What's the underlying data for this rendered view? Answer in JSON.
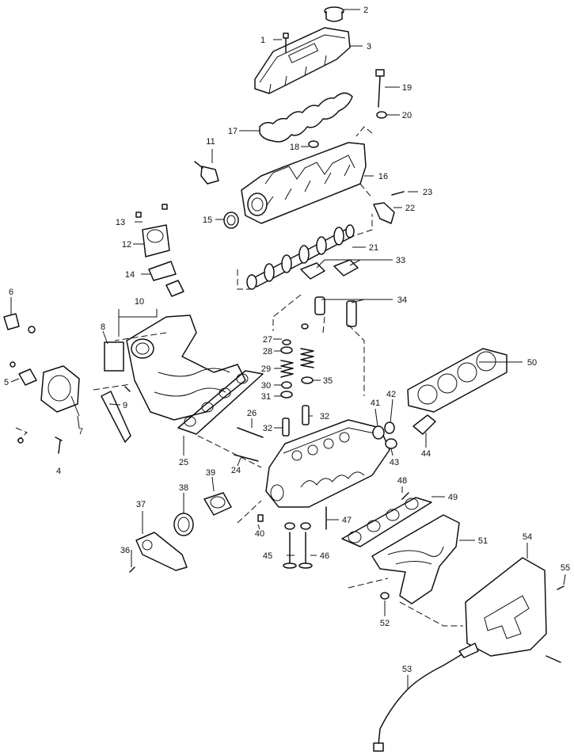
{
  "callouts": [
    {
      "id": "c1",
      "label": "1"
    },
    {
      "id": "c2",
      "label": "2"
    },
    {
      "id": "c3",
      "label": "3"
    },
    {
      "id": "c4",
      "label": "4"
    },
    {
      "id": "c5",
      "label": "5"
    },
    {
      "id": "c6",
      "label": "6"
    },
    {
      "id": "c7",
      "label": "7"
    },
    {
      "id": "c8",
      "label": "8"
    },
    {
      "id": "c9",
      "label": "9"
    },
    {
      "id": "c10",
      "label": "10"
    },
    {
      "id": "c11",
      "label": "11"
    },
    {
      "id": "c12",
      "label": "12"
    },
    {
      "id": "c13",
      "label": "13"
    },
    {
      "id": "c14",
      "label": "14"
    },
    {
      "id": "c15",
      "label": "15"
    },
    {
      "id": "c16",
      "label": "16"
    },
    {
      "id": "c17",
      "label": "17"
    },
    {
      "id": "c18",
      "label": "18"
    },
    {
      "id": "c19",
      "label": "19"
    },
    {
      "id": "c20",
      "label": "20"
    },
    {
      "id": "c21",
      "label": "21"
    },
    {
      "id": "c22",
      "label": "22"
    },
    {
      "id": "c23",
      "label": "23"
    },
    {
      "id": "c24",
      "label": "24"
    },
    {
      "id": "c25",
      "label": "25"
    },
    {
      "id": "c26",
      "label": "26"
    },
    {
      "id": "c27",
      "label": "27"
    },
    {
      "id": "c28",
      "label": "28"
    },
    {
      "id": "c29",
      "label": "29"
    },
    {
      "id": "c30",
      "label": "30"
    },
    {
      "id": "c31",
      "label": "31"
    },
    {
      "id": "c32a",
      "label": "32"
    },
    {
      "id": "c32b",
      "label": "32"
    },
    {
      "id": "c33",
      "label": "33"
    },
    {
      "id": "c34",
      "label": "34"
    },
    {
      "id": "c35",
      "label": "35"
    },
    {
      "id": "c36",
      "label": "36"
    },
    {
      "id": "c37",
      "label": "37"
    },
    {
      "id": "c38",
      "label": "38"
    },
    {
      "id": "c39",
      "label": "39"
    },
    {
      "id": "c40",
      "label": "40"
    },
    {
      "id": "c41",
      "label": "41"
    },
    {
      "id": "c42",
      "label": "42"
    },
    {
      "id": "c43",
      "label": "43"
    },
    {
      "id": "c44",
      "label": "44"
    },
    {
      "id": "c45",
      "label": "45"
    },
    {
      "id": "c46",
      "label": "46"
    },
    {
      "id": "c47",
      "label": "47"
    },
    {
      "id": "c48",
      "label": "48"
    },
    {
      "id": "c49",
      "label": "49"
    },
    {
      "id": "c50",
      "label": "50"
    },
    {
      "id": "c51",
      "label": "51"
    },
    {
      "id": "c52",
      "label": "52"
    },
    {
      "id": "c53",
      "label": "53"
    },
    {
      "id": "c54",
      "label": "54"
    },
    {
      "id": "c55",
      "label": "55"
    }
  ]
}
